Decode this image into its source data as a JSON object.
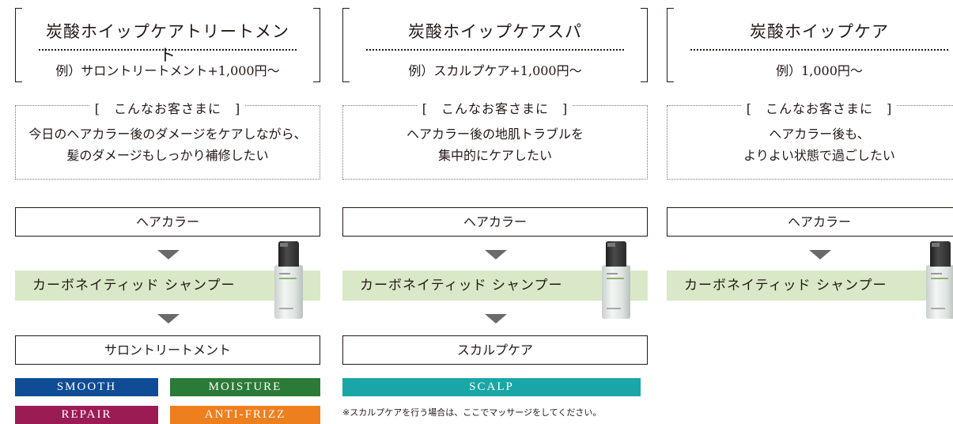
{
  "columns": [
    {
      "title": "炭酸ホイップケアトリートメント",
      "example": "例）サロントリートメント+1,000円～",
      "customer_heading": "[　こんなお客さまに　]",
      "customer_lines": [
        "今日のヘアカラー後のダメージをケアしながら、",
        "髪のダメージもしっかり補修したい"
      ],
      "step1": "ヘアカラー",
      "step2": "カーボネイティッド シャンプー",
      "step3": "サロントリートメント",
      "badges": [
        "SMOOTH",
        "MOISTURE",
        "REPAIR",
        "ANTI-FRIZZ"
      ]
    },
    {
      "title": "炭酸ホイップケアスパ",
      "example": "例）スカルプケア+1,000円～",
      "customer_heading": "[　こんなお客さまに　]",
      "customer_lines": [
        "ヘアカラー後の地肌トラブルを",
        "集中的にケアしたい"
      ],
      "step1": "ヘアカラー",
      "step2": "カーボネイティッド シャンプー",
      "step3": "スカルプケア",
      "badges": [
        "SCALP"
      ],
      "note": "※スカルプケアを行う場合は、ここでマッサージをしてください。"
    },
    {
      "title": "炭酸ホイップケア",
      "example": "例）1,000円～",
      "customer_heading": "[　こんなお客さまに　]",
      "customer_lines": [
        "ヘアカラー後も、",
        "よりよい状態で過ごしたい"
      ],
      "step1": "ヘアカラー",
      "step2": "カーボネイティッド シャンプー"
    }
  ],
  "colors": {
    "smooth": "#0f4c96",
    "moisture": "#2c7a37",
    "repair": "#9b1b55",
    "anti_frizz": "#ee7f1e",
    "scalp": "#1aa6a6",
    "shampoo_band": "#d9e8c7"
  },
  "icons": {
    "product": "spray-bottle-icon",
    "flow_arrow": "down-triangle-icon"
  }
}
